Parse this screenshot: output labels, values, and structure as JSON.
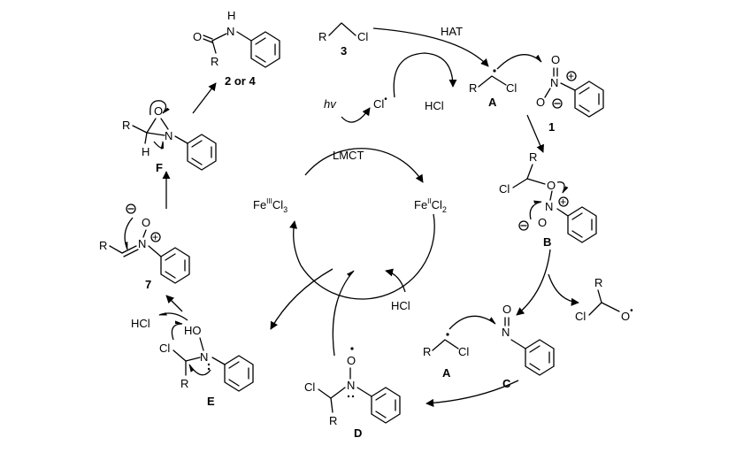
{
  "diagram": {
    "center": {
      "lmct": "LMCT",
      "hv": "hv",
      "cl_radical": "Cl",
      "fe3": "FeIIICl3",
      "fe2": "FeIICl2",
      "hcl_in": "HCl"
    },
    "top": {
      "reagent_R": "R",
      "reagent_Cl": "Cl",
      "reagent_num": "3",
      "hat": "HAT",
      "hcl": "HCl"
    },
    "radical_A": {
      "R": "R",
      "Cl": "Cl",
      "label": "A"
    },
    "nitro_1": {
      "label": "1"
    },
    "intermediate_B": {
      "R": "R",
      "Cl": "Cl",
      "label": "B"
    },
    "alkoxy": {
      "R": "R",
      "Cl": "Cl"
    },
    "nitroso_C": {
      "label": "C"
    },
    "radical_A2": {
      "R": "R",
      "Cl": "Cl",
      "label": "A"
    },
    "intermediate_D": {
      "Cl": "Cl",
      "R": "R",
      "label": "D"
    },
    "intermediate_E": {
      "HCl": "HCl",
      "HO": "HO",
      "Cl": "Cl",
      "R": "R",
      "label": "E"
    },
    "nitrone_7": {
      "R": "R",
      "label": "7"
    },
    "oxaziridine_F": {
      "R": "R",
      "H": "H",
      "label": "F"
    },
    "amide": {
      "R": "R",
      "label": "2 or 4"
    }
  },
  "palette": {
    "ink": "#000000",
    "background": "#ffffff"
  }
}
